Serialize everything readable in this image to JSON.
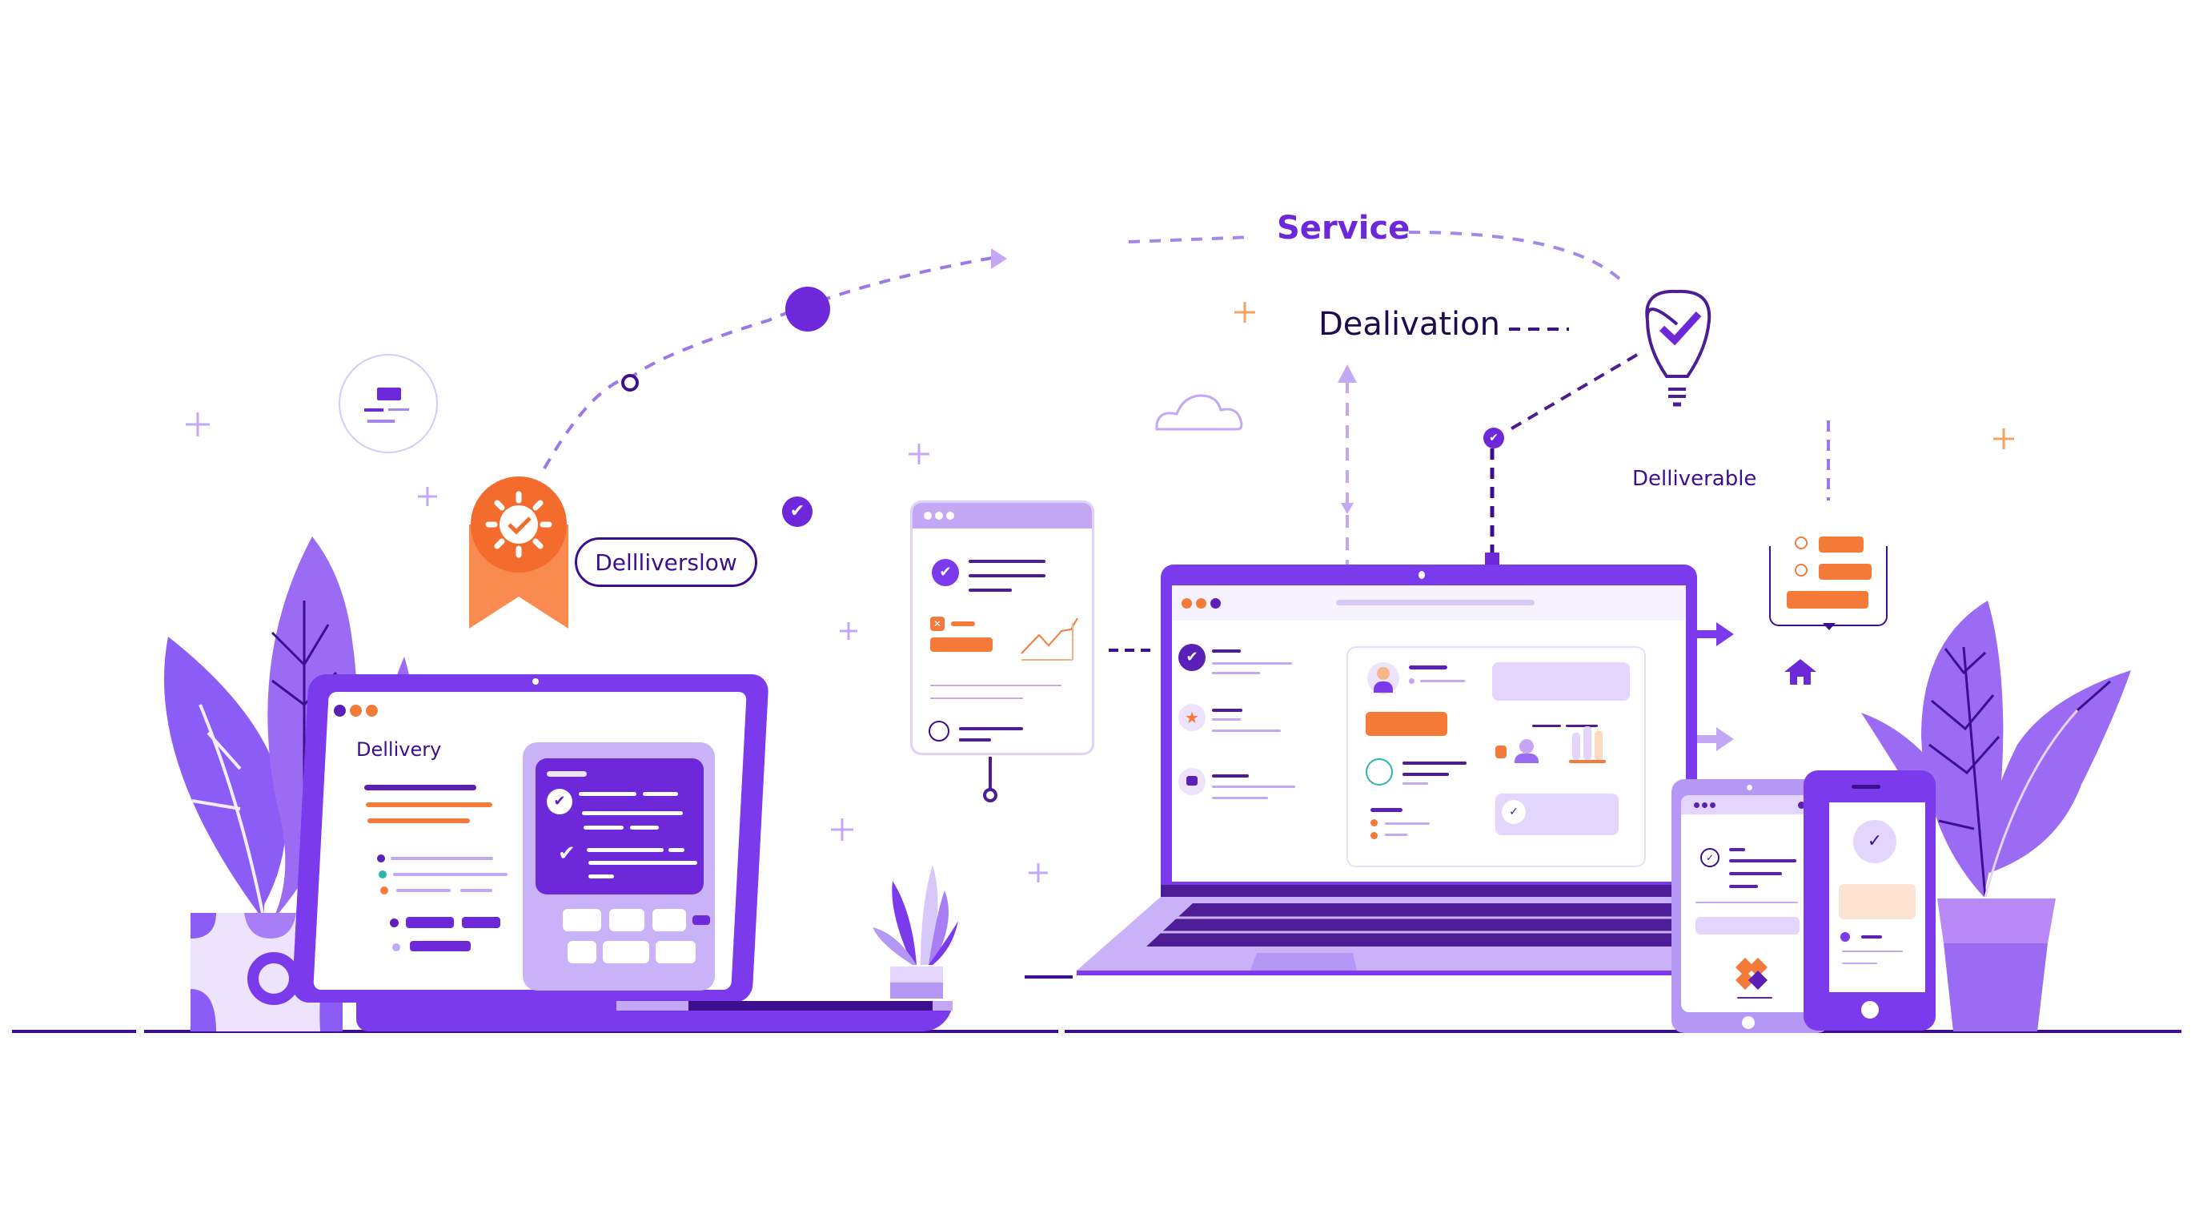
{
  "labels": {
    "service": "Service",
    "dealivation": "Dealivation",
    "deliverable": "Delliverable",
    "badge_pill": "Dellliverslow",
    "left_laptop_title": "Dellivery"
  },
  "colors": {
    "primary": "#6d28d9",
    "primary_dark": "#3b0f8f",
    "lavender": "#c4a7f5",
    "lavender_light": "#ede3fd",
    "orange": "#f47a3a",
    "teal": "#2bb5ad",
    "background": "#ffffff"
  },
  "icons": {
    "ribbon_badge": "sun-check-award-icon",
    "lightbulb": "lightbulb-check-icon",
    "chat_check": "chat-bubble-check-icon",
    "cloud": "cloud-outline-icon",
    "home": "home-icon",
    "gear": "gear-icon",
    "notes_circle": "notes-circle-icon"
  },
  "left_laptop": {
    "window_dots": [
      "#5b21b6",
      "#f47a3a",
      "#f47a3a"
    ],
    "list_dots": [
      "#5b21b6",
      "#2bb5ad",
      "#f47a3a"
    ],
    "panel_checks": 2,
    "panel_buttons": 6
  },
  "center_laptop": {
    "window_dots": [
      "#f47a3a",
      "#f47a3a",
      "#5b21b6"
    ],
    "sidebar_items": [
      {
        "icon": "check-circle-icon"
      },
      {
        "icon": "star-icon"
      },
      {
        "icon": "briefcase-icon"
      }
    ]
  },
  "floating_window": {
    "window_dots": 3
  },
  "tablet": {
    "window_dots": 3
  }
}
